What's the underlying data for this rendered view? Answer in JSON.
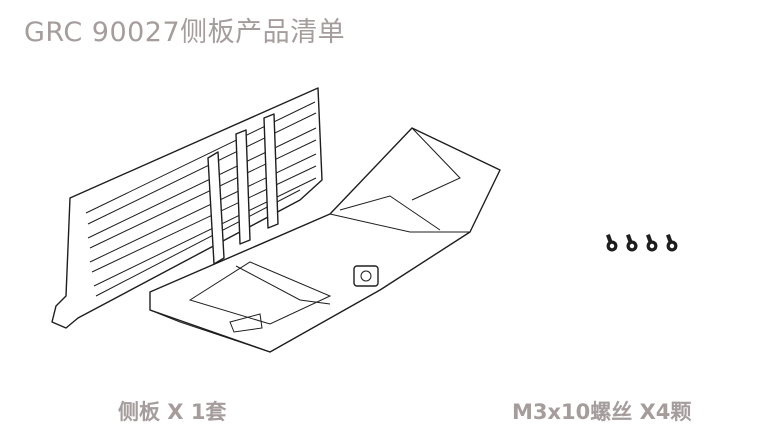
{
  "header": {
    "title": "GRC 90027侧板产品清单"
  },
  "items": [
    {
      "name": "side-panel",
      "label": "侧板 X 1套"
    },
    {
      "name": "screws",
      "label": "M3x10螺丝  X4颗"
    }
  ]
}
